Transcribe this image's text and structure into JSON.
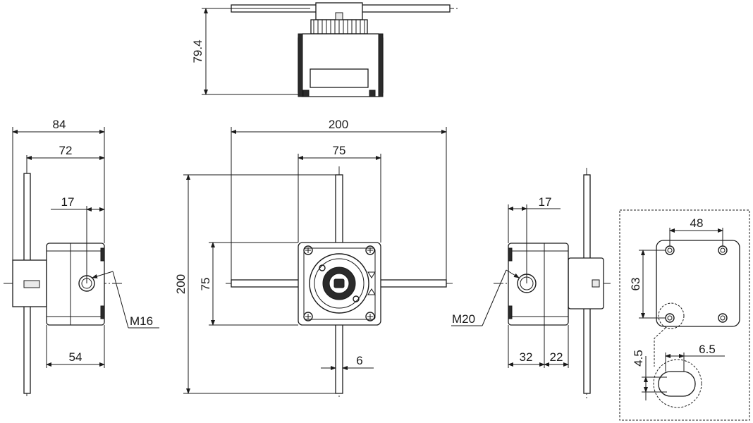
{
  "dimensions": {
    "top_height": "79.4",
    "left_width_84": "84",
    "left_width_72": "72",
    "left_offset_17": "17",
    "left_thread": "M16",
    "left_width_54": "54",
    "front_width_200": "200",
    "front_width_75": "75",
    "front_height_200": "200",
    "front_height_75": "75",
    "front_rod_6": "6",
    "right_offset_17": "17",
    "right_thread": "M20",
    "right_width_32": "32",
    "right_width_22": "22",
    "detail_48": "48",
    "detail_63": "63",
    "detail_4_5": "4.5",
    "detail_6_5": "6.5"
  },
  "colors": {
    "line": "#1a1a1a",
    "background": "#ffffff"
  }
}
